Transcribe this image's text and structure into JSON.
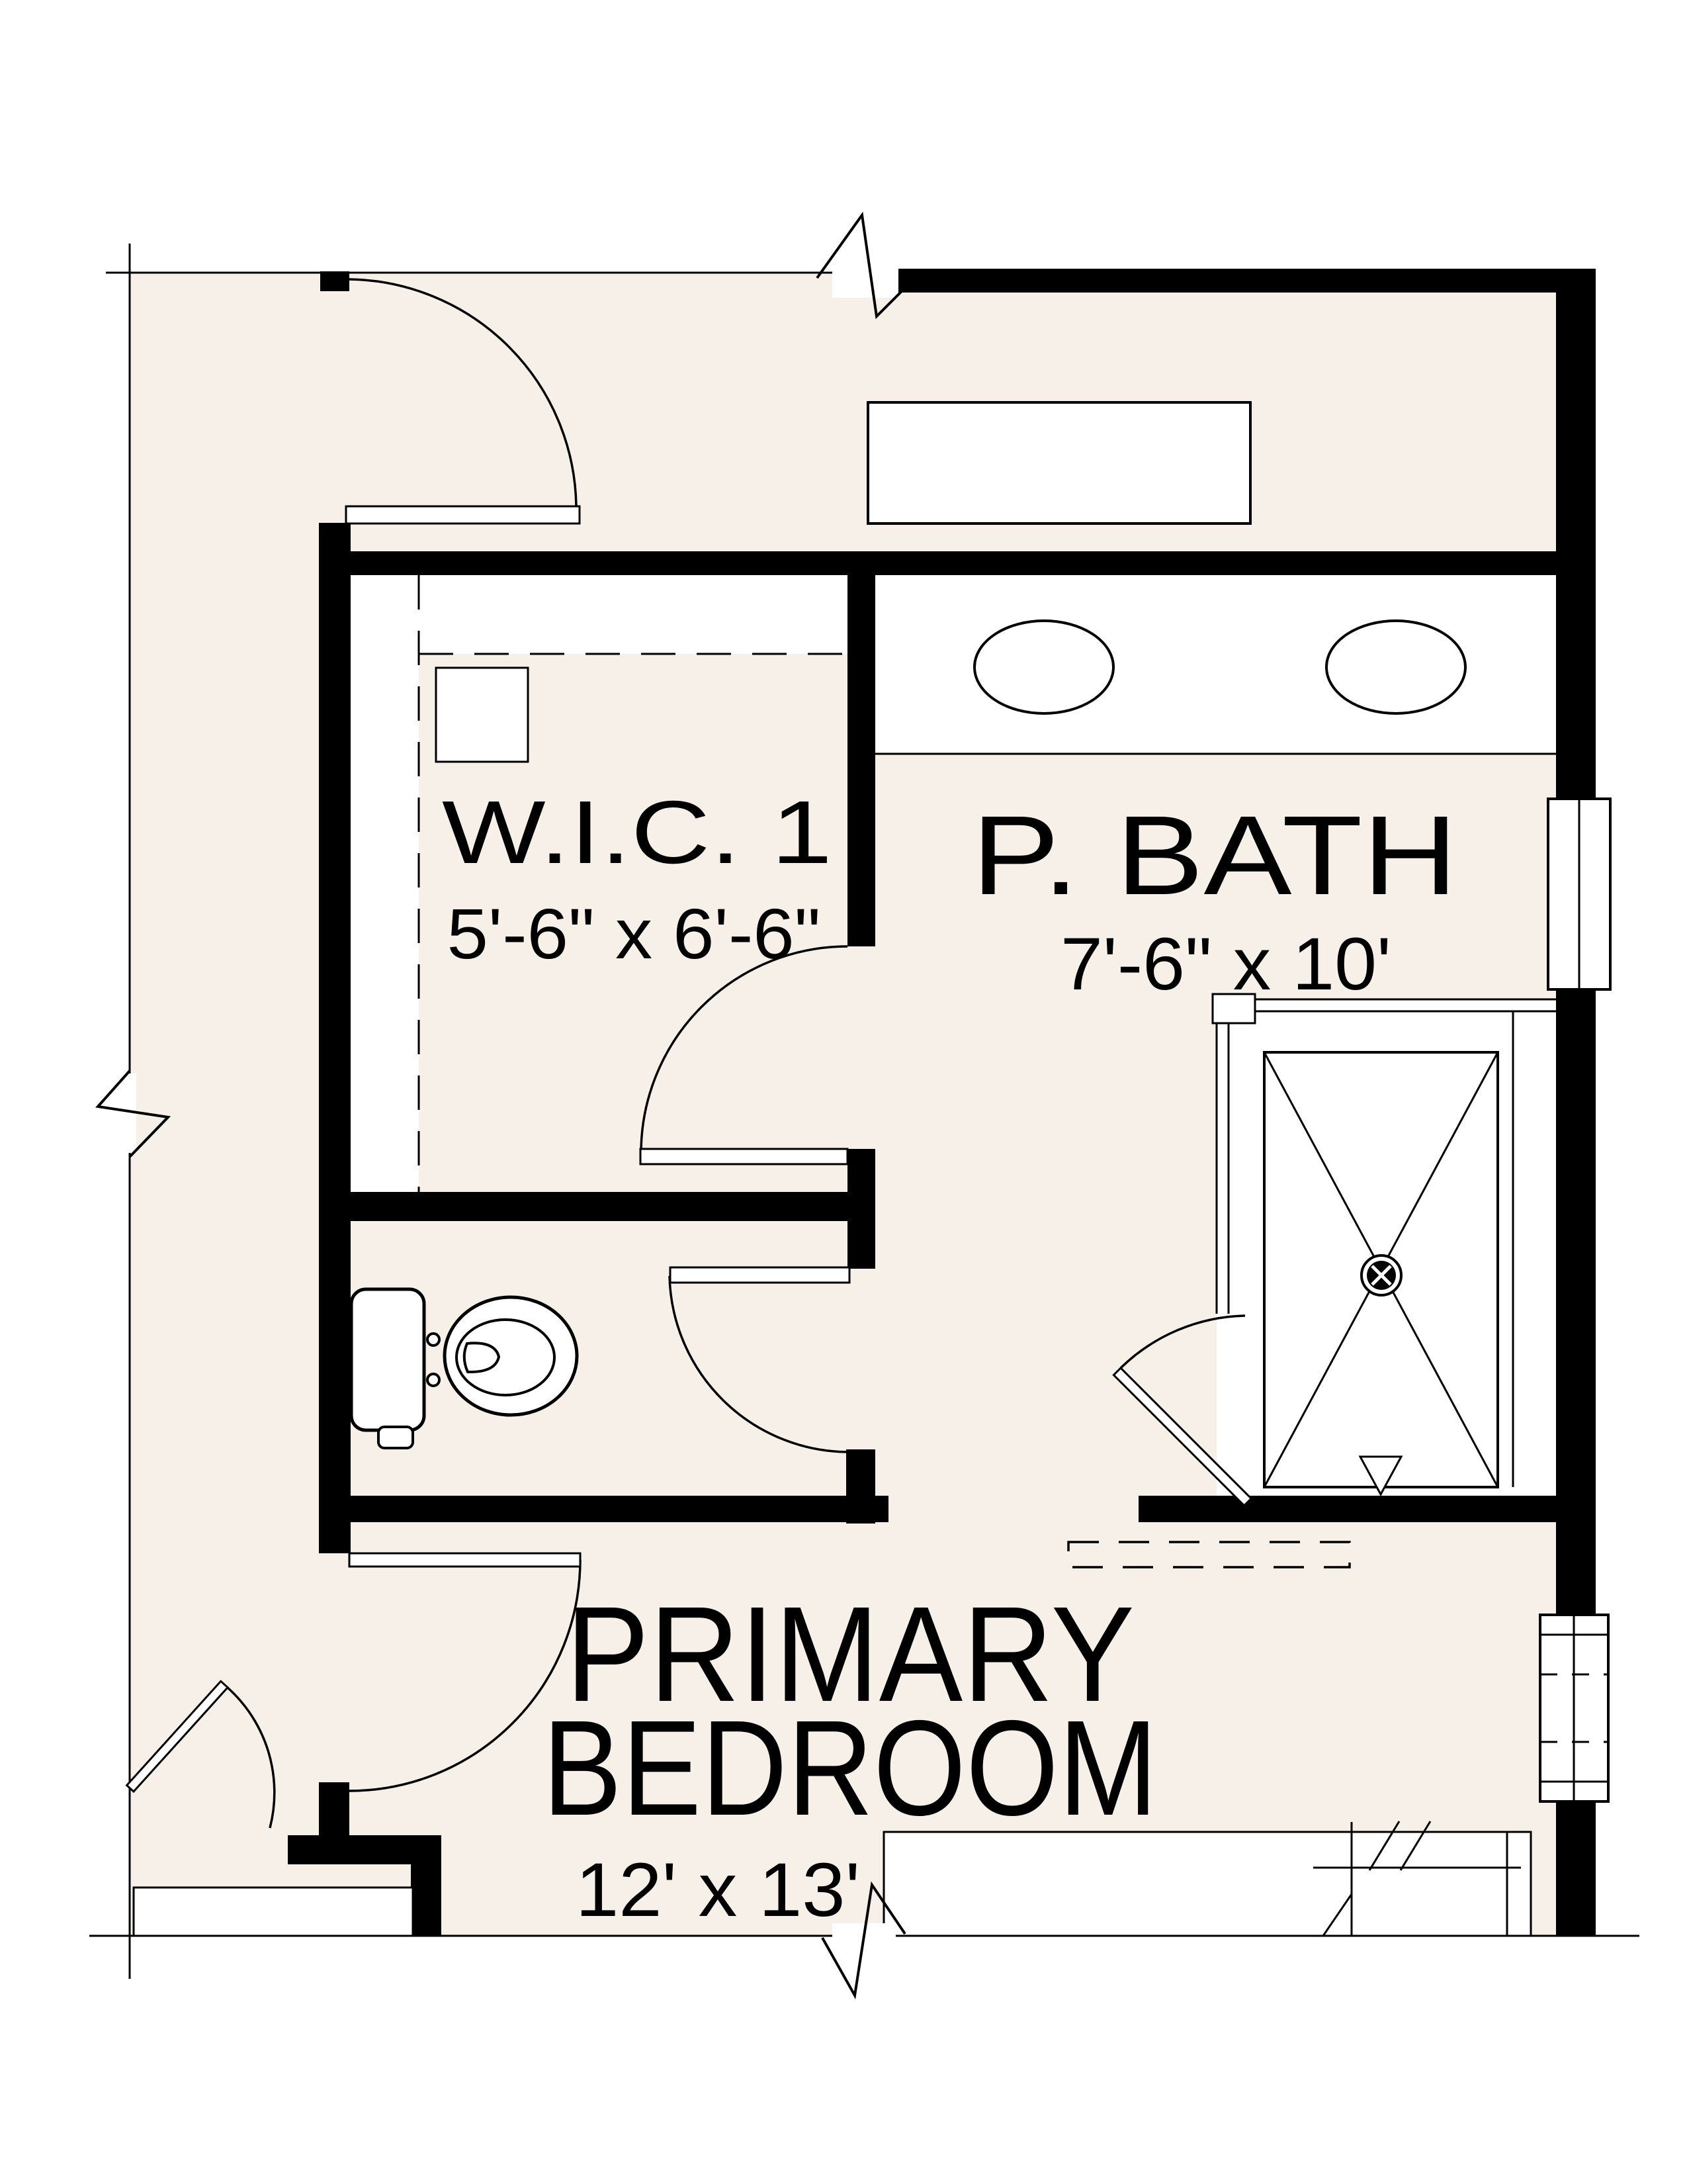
{
  "drawing": {
    "type": "floor-plan",
    "background_color": "#ffffff",
    "floor_fill_color": "#f6f0e9",
    "wall_color": "#000000",
    "line_color": "#000000",
    "rooms": {
      "wic": {
        "name": "W.I.C. 1",
        "dims": "5'-6\" x 6'-6\""
      },
      "bath": {
        "name": "P. BATH",
        "dims": "7'-6\" x 10'"
      },
      "bedroom": {
        "name_line1": "PRIMARY",
        "name_line2": "BEDROOM",
        "dims": "12' x 13'"
      }
    },
    "fixtures": [
      "double-sink-vanity",
      "linen-cabinet",
      "walk-in-shower-with-drain",
      "toilet",
      "closet-shelving",
      "bed",
      "window-right-bath",
      "window-right-bedroom",
      "window-bottom-left"
    ],
    "doors": [
      "hall-entry-door-top-left",
      "wic-door",
      "toilet-room-door",
      "shower-door",
      "bedroom-west-door",
      "bedroom-entry-door-bottom-left"
    ]
  }
}
